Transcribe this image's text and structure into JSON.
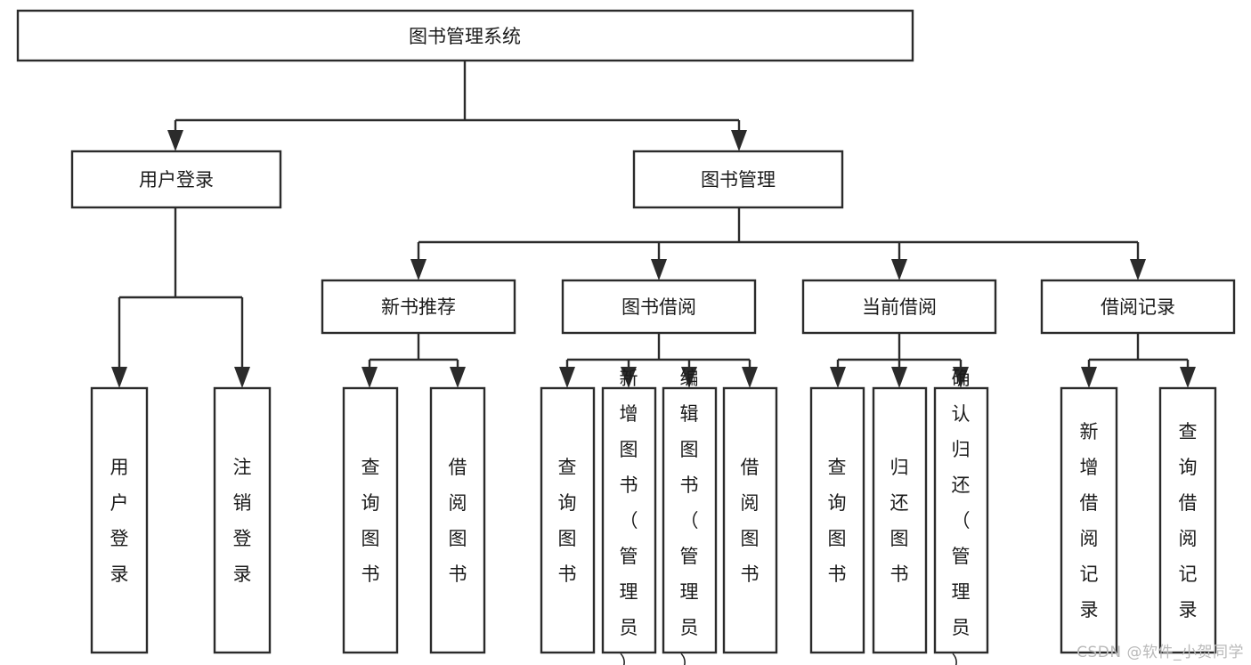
{
  "diagram": {
    "title": "图书管理系统",
    "type": "tree",
    "root": {
      "id": "root",
      "label": "图书管理系统",
      "orientation": "horizontal"
    },
    "levels": [
      {
        "level": 1,
        "nodes": [
          {
            "id": "n-user-login",
            "label": "用户登录",
            "orientation": "horizontal"
          },
          {
            "id": "n-book-manage",
            "label": "图书管理",
            "orientation": "horizontal"
          }
        ]
      },
      {
        "level": 2,
        "nodes": [
          {
            "id": "n-new-book-rec",
            "label": "新书推荐",
            "orientation": "horizontal",
            "parent": "n-book-manage"
          },
          {
            "id": "n-book-borrow",
            "label": "图书借阅",
            "orientation": "horizontal",
            "parent": "n-book-manage"
          },
          {
            "id": "n-current-borrow",
            "label": "当前借阅",
            "orientation": "horizontal",
            "parent": "n-book-manage"
          },
          {
            "id": "n-borrow-record",
            "label": "借阅记录",
            "orientation": "horizontal",
            "parent": "n-book-manage"
          }
        ]
      },
      {
        "level": 3,
        "nodes": [
          {
            "id": "leaf-user-login",
            "label": "用户登录",
            "orientation": "vertical",
            "parent": "n-user-login"
          },
          {
            "id": "leaf-user-logout",
            "label": "注销登录",
            "orientation": "vertical",
            "parent": "n-user-login"
          },
          {
            "id": "leaf-rec-query-book",
            "label": "查询图书",
            "orientation": "vertical",
            "parent": "n-new-book-rec"
          },
          {
            "id": "leaf-rec-borrow-book",
            "label": "借阅图书",
            "orientation": "vertical",
            "parent": "n-new-book-rec"
          },
          {
            "id": "leaf-borrow-query-book",
            "label": "查询图书",
            "orientation": "vertical",
            "parent": "n-book-borrow"
          },
          {
            "id": "leaf-borrow-add-book",
            "label": "新增图书（管理员）",
            "orientation": "vertical",
            "parent": "n-book-borrow"
          },
          {
            "id": "leaf-borrow-edit-book",
            "label": "编辑图书（管理员）",
            "orientation": "vertical",
            "parent": "n-book-borrow"
          },
          {
            "id": "leaf-borrow-borrow-book",
            "label": "借阅图书",
            "orientation": "vertical",
            "parent": "n-book-borrow"
          },
          {
            "id": "leaf-cur-query-book",
            "label": "查询图书",
            "orientation": "vertical",
            "parent": "n-current-borrow"
          },
          {
            "id": "leaf-cur-return-book",
            "label": "归还图书",
            "orientation": "vertical",
            "parent": "n-current-borrow"
          },
          {
            "id": "leaf-cur-confirm-return",
            "label": "确认归还（管理员）",
            "orientation": "vertical",
            "parent": "n-current-borrow"
          },
          {
            "id": "leaf-rec-add-record",
            "label": "新增借阅记录",
            "orientation": "vertical",
            "parent": "n-borrow-record"
          },
          {
            "id": "leaf-rec-query-record",
            "label": "查询借阅记录",
            "orientation": "vertical",
            "parent": "n-borrow-record"
          }
        ]
      }
    ]
  },
  "watermark": {
    "text": "CSDN @软件_小贺同学"
  },
  "colors": {
    "stroke": "#2b2b2b",
    "box_fill": "#ffffff",
    "text": "#1b1b1b",
    "background": "#ffffff",
    "watermark": "#b9b9b9"
  }
}
